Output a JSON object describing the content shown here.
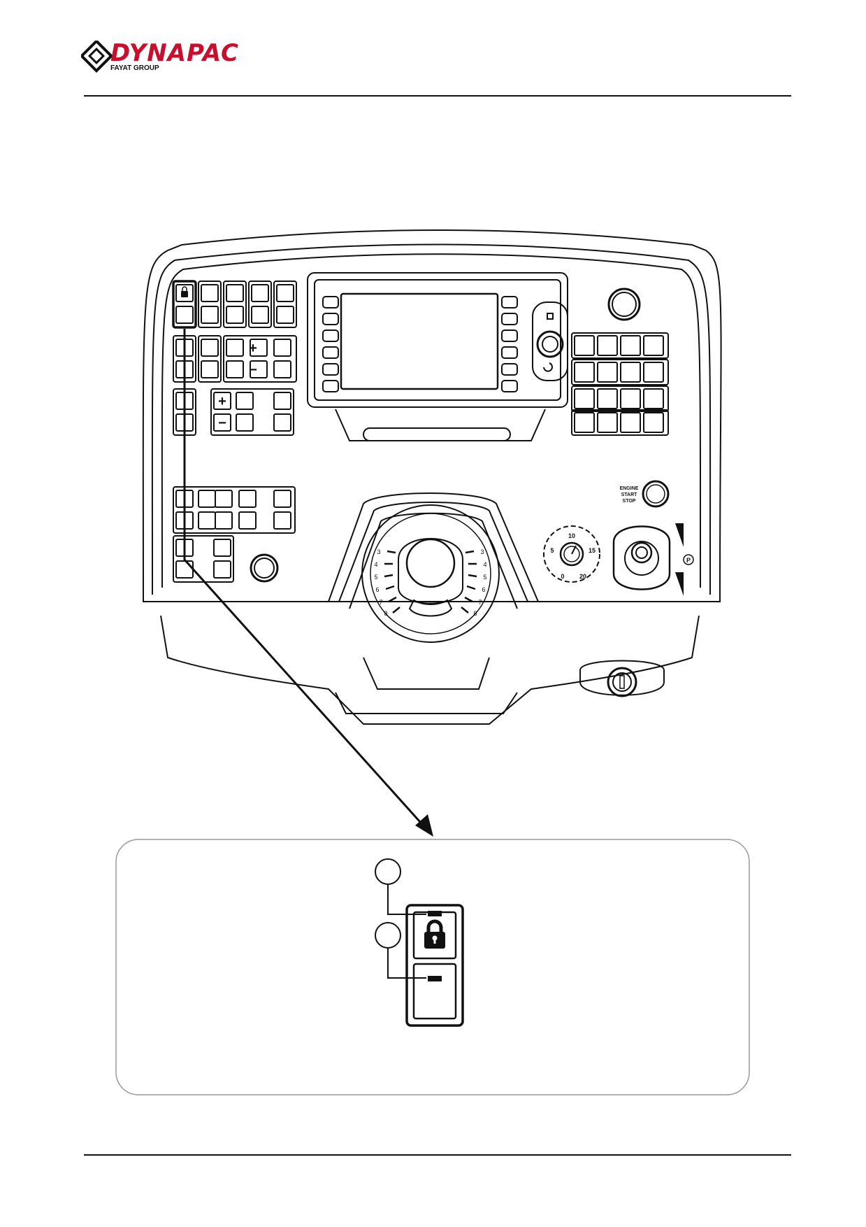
{
  "header": {
    "brand": "DYNAPAC",
    "brand_subtitle": "FAYAT GROUP"
  },
  "panel": {
    "engine_label_lines": [
      "ENGINE",
      "START",
      "STOP"
    ],
    "dial_left_numbers": [
      "3",
      "4",
      "5",
      "6",
      "7",
      "8"
    ],
    "dial_right_numbers": [
      "3",
      "4",
      "5",
      "6",
      "7",
      "8"
    ],
    "small_dial_numbers": [
      "10",
      "5",
      "15",
      "0",
      "20"
    ],
    "parking_label": "P",
    "minus_symbol": "−",
    "plus_symbol": "+"
  },
  "detail": {
    "callout_1": "",
    "callout_2": ""
  },
  "colors": {
    "brand_red": "#c8102e",
    "line": "#111111"
  }
}
